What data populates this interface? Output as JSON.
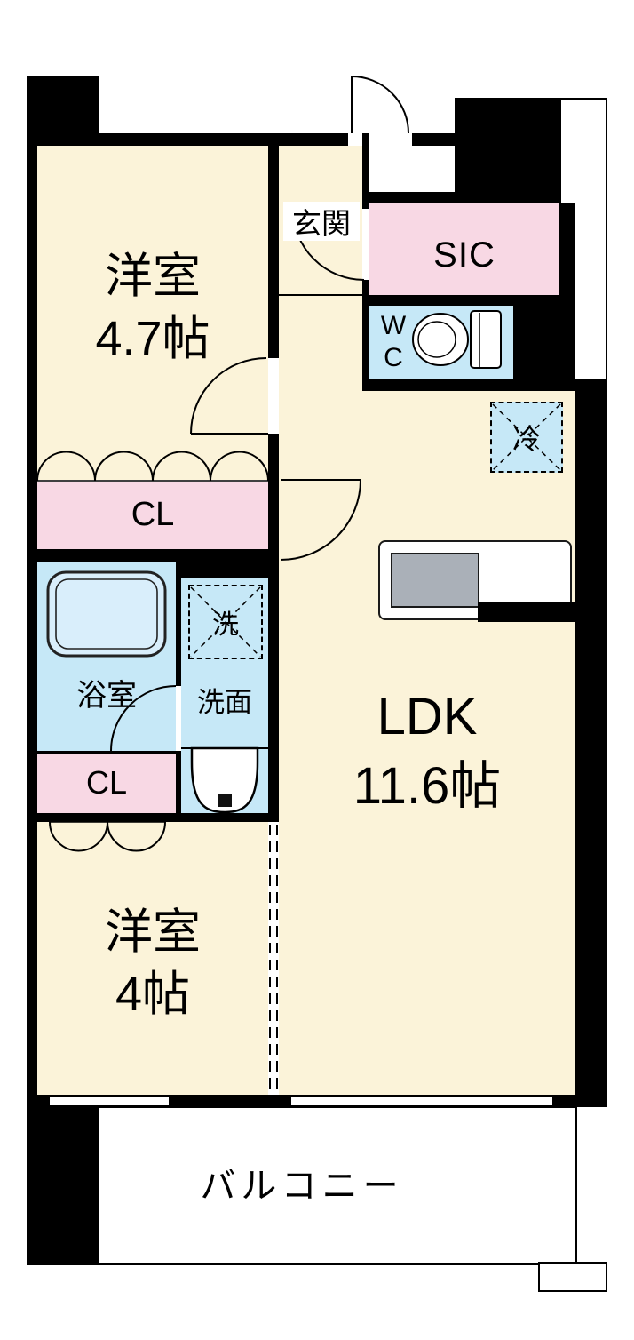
{
  "floorplan": {
    "rooms": {
      "room1": {
        "line1": "洋室",
        "line2": "4.7帖"
      },
      "genkan": {
        "label": "玄関"
      },
      "sic": {
        "label": "SIC"
      },
      "wc": {
        "line1": "W",
        "line2": "C"
      },
      "fridge": {
        "label": "冷"
      },
      "cl_top": {
        "label": "CL"
      },
      "bathroom": {
        "label": "浴室"
      },
      "laundry": {
        "label": "洗"
      },
      "washroom": {
        "label": "洗面"
      },
      "cl_bottom": {
        "label": "CL"
      },
      "room2": {
        "line1": "洋室",
        "line2": "4帖"
      },
      "ldk": {
        "line1": "LDK",
        "line2": "11.6帖"
      },
      "balcony": {
        "label": "バルコニー"
      }
    },
    "colors": {
      "room_floor": "#FBF3D9",
      "closet": "#F8D8E4",
      "wet_area": "#C6E8F7",
      "wall": "#000000"
    }
  }
}
